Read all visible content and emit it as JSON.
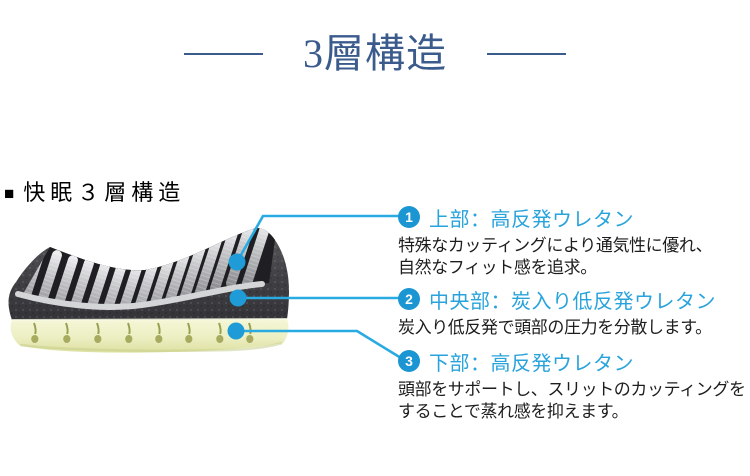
{
  "header": {
    "title": "3層構造"
  },
  "section": {
    "marker": "■",
    "caption": "快眠３層構造"
  },
  "annotations": [
    {
      "number": "1",
      "title": "上部：高反発ウレタン",
      "description": "特殊なカッティングにより通気性に優れ、\n自然なフィット感を追求。"
    },
    {
      "number": "2",
      "title": "中央部：炭入り低反発ウレタン",
      "description": "炭入り低反発で頭部の圧力を分散します。"
    },
    {
      "number": "3",
      "title": "下部：高反発ウレタン",
      "description": "頭部をサポートし、スリットのカッティングを\nすることで蒸れ感を抑えます。"
    }
  ],
  "colors": {
    "title_navy": "#3b5b8c",
    "accent_line_blue": "#29abe2",
    "badge_blue": "#1b96d2",
    "heading_blue": "#29a3dc",
    "body_text": "#1d1d1d",
    "layer_top_ridge_gray": "#c7c8ca",
    "layer_middle_charcoal": "#404045",
    "layer_bottom_cream": "#ecefc2"
  }
}
